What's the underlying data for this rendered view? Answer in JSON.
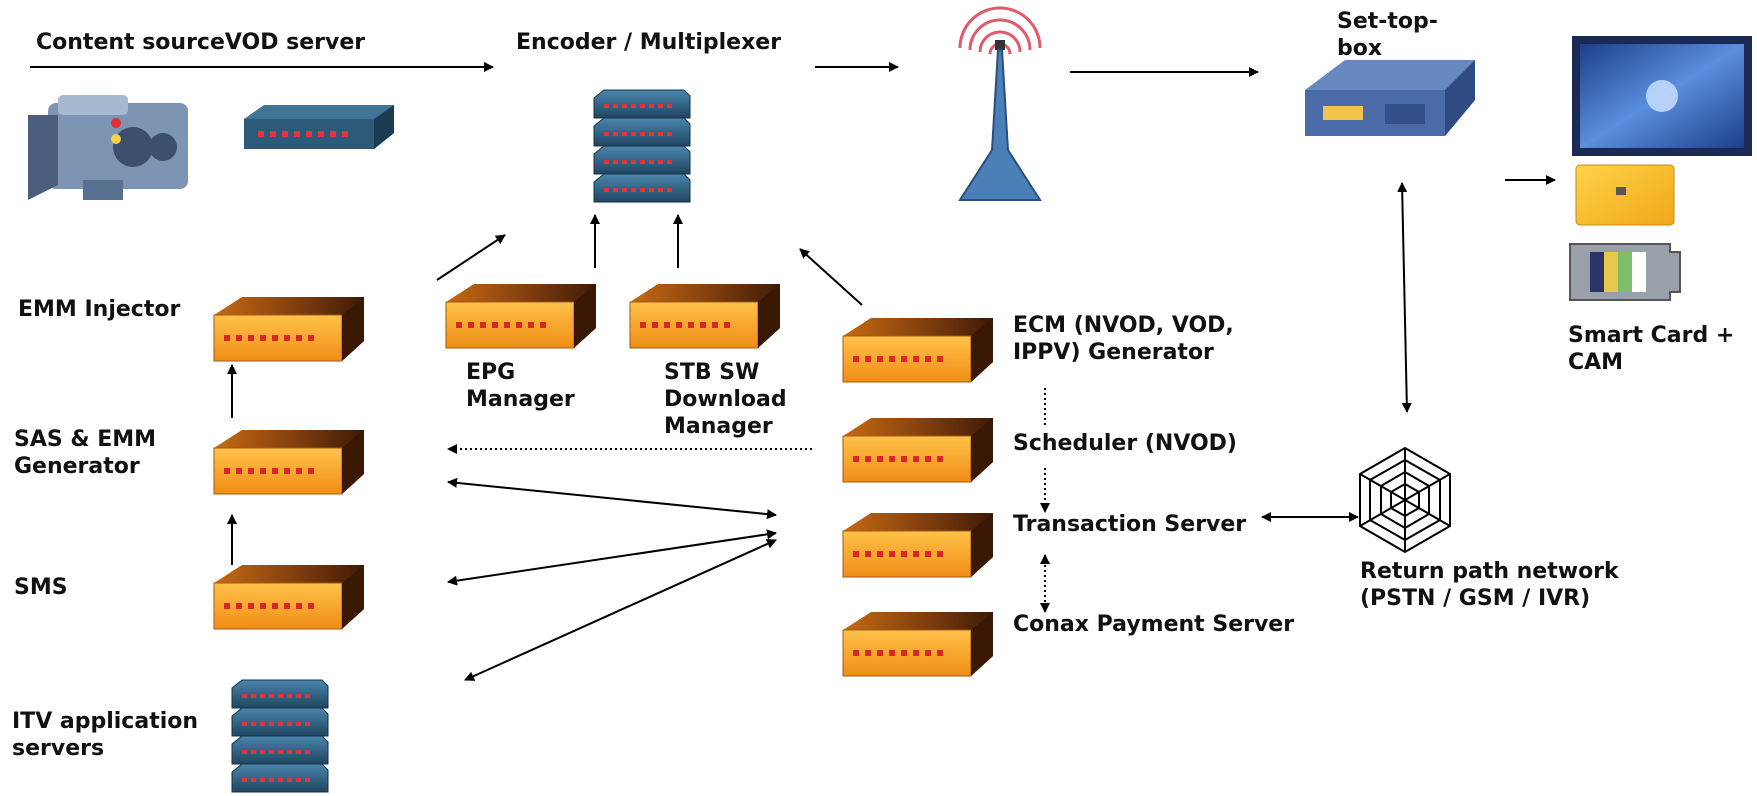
{
  "labels": {
    "content_source": "Content sourceVOD server",
    "encoder": "Encoder / Multiplexer",
    "settop": "Set-top-box",
    "emm_injector": "EMM Injector",
    "sas_emm": "SAS & EMM Generator",
    "sms": "SMS",
    "itv": "ITV application servers",
    "epg": "EPG Manager",
    "stb_sw": "STB SW Download Manager",
    "ecm": "ECM (NVOD, VOD, IPPV) Generator",
    "scheduler": "Scheduler (NVOD)",
    "transaction": "Transaction Server",
    "conax_payment": "Conax Payment Server",
    "return_path": "Return path network (PSTN / GSM / IVR)",
    "smartcard": "Smart Card + CAM"
  },
  "colors": {
    "server_orange": "#e8891c",
    "server_dark": "#5a2a0c",
    "lights": "#d8262a",
    "stack_blue": "#2c5a78",
    "arrow": "#000000"
  },
  "icons": {
    "camera": "video-camera-icon",
    "vod_box": "vod-server-icon",
    "encoder": "rack-server-icon",
    "antenna": "broadcast-antenna-icon",
    "settop": "set-top-box-icon",
    "tv": "tv-screen-icon",
    "smartcard": "smart-card-icon",
    "cam": "cam-module-icon",
    "network": "spider-web-network-icon"
  }
}
